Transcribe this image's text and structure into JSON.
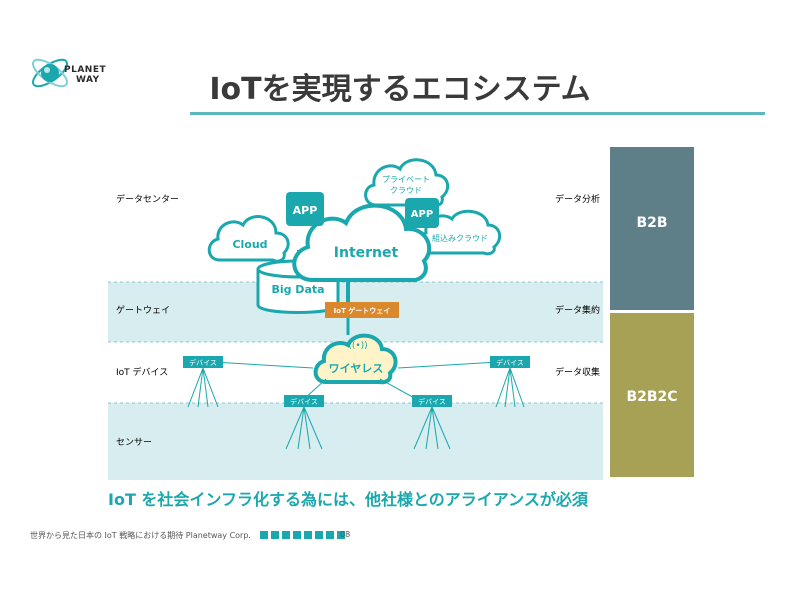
{
  "logo": {
    "line1": "PLANET",
    "line2": "WAY"
  },
  "title": "IoTを実現するエコシステム",
  "layers": {
    "left": [
      "データセンター",
      "ゲートウェイ",
      "IoT デバイス",
      "センサー"
    ],
    "right": [
      "データ分析",
      "データ集約",
      "データ収集"
    ]
  },
  "nodes": {
    "cloud": "Cloud",
    "app": "APP",
    "private_cloud_line1": "プライベート",
    "private_cloud_line2": "クラウド",
    "internet": "Internet",
    "embedded_cloud": "組込みクラウド",
    "big_data": "Big Data",
    "iot_gateway": "IoT ゲートウェイ",
    "wireless": "ワイヤレス",
    "device": "デバイス"
  },
  "business": {
    "b2b": "B2B",
    "b2b2c": "B2B2C"
  },
  "conclusion": "IoT を社会インフラ化する為には、他社様とのアライアンスが必須",
  "footer": {
    "text": "世界から見た日本の IoT 戦略における期待  Planetway Corp.",
    "page": "08"
  },
  "colors": {
    "teal": "#1aa8ae",
    "light_band": "#d8edf0",
    "gateway_orange": "#d9892c",
    "b2b": "#5e7f88",
    "b2b2c": "#a6a154"
  }
}
